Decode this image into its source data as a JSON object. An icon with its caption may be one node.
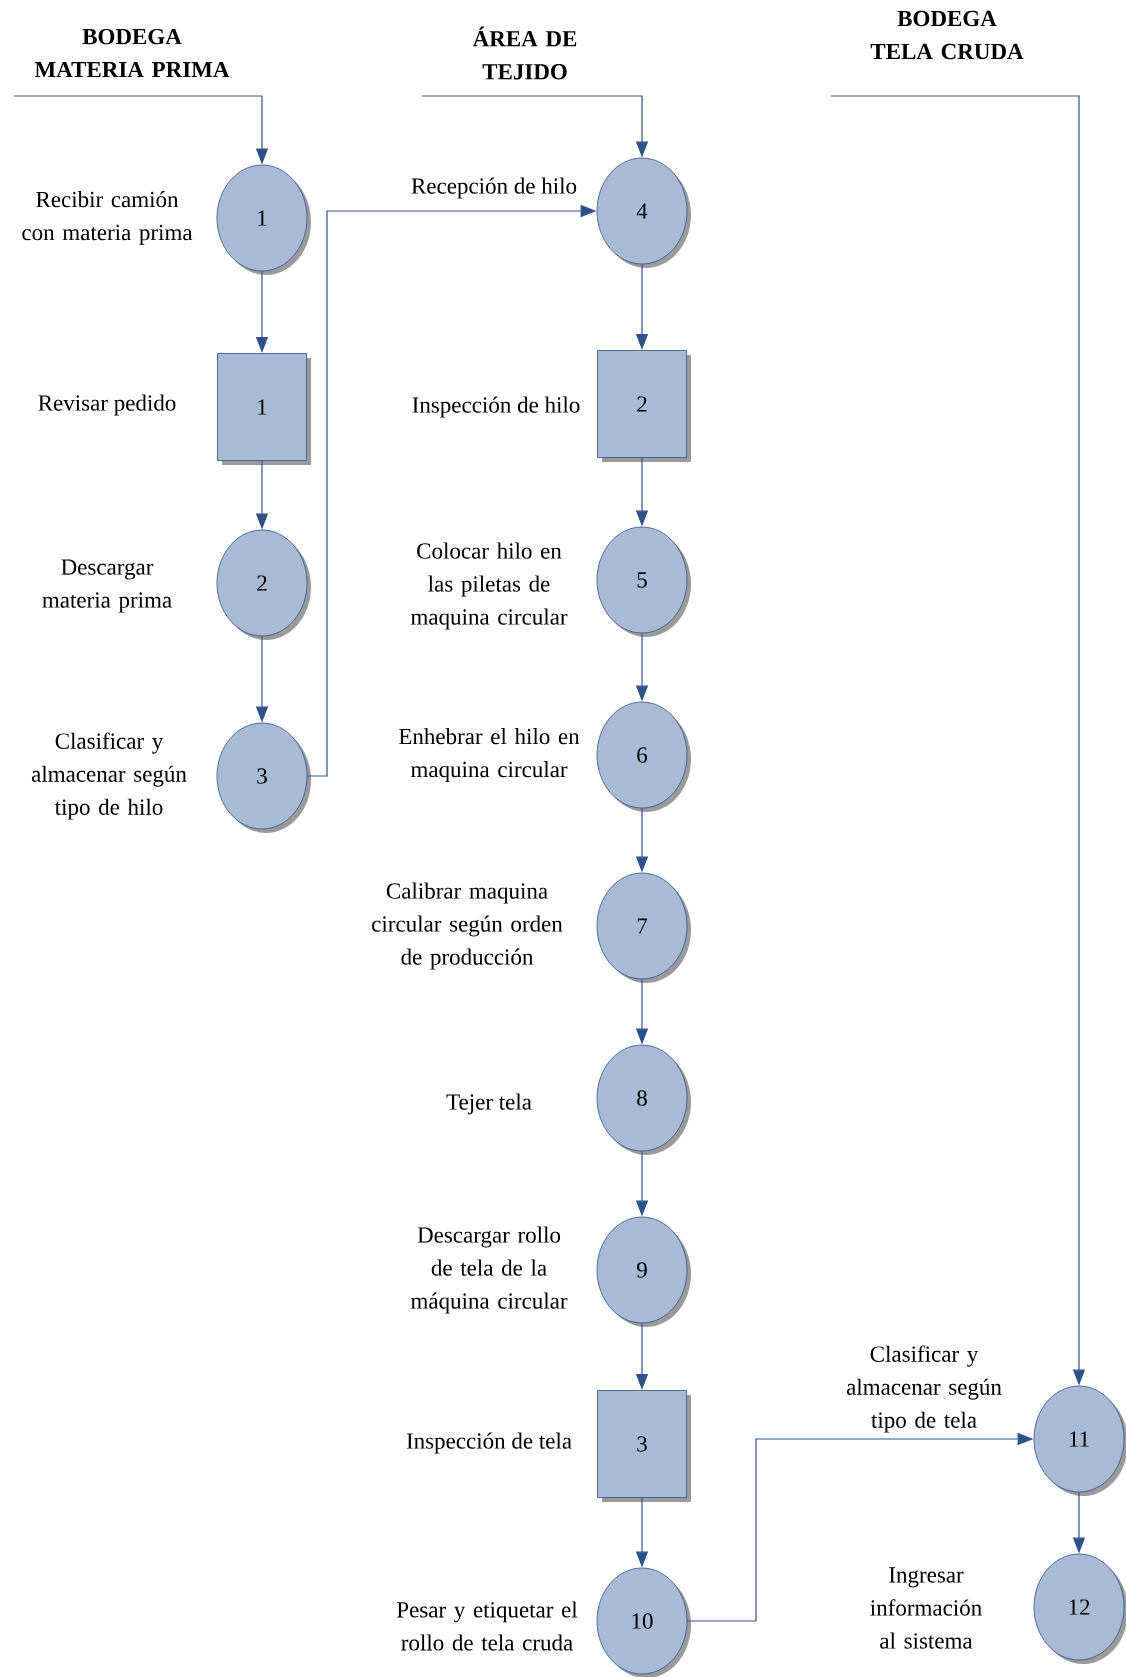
{
  "diagram": {
    "nodes": [
      {
        "text": [
          "1"
        ],
        "beside": [
          "Recibir camión con materia prima"
        ]
      },
      {
        "text": [
          "1"
        ],
        "beside": [
          "Revisar pedido"
        ]
      },
      {
        "text": [
          "2"
        ],
        "beside": [
          "Descargar materia prima"
        ]
      },
      {
        "text": [
          "3"
        ],
        "beside": [
          "Clasificar y almacenar según tipo de hilo"
        ]
      },
      {
        "text": [
          "4"
        ],
        "beside": [
          "Recepción de hilo"
        ]
      },
      {
        "text": [
          "2"
        ],
        "beside": [
          "Inspección de hilo"
        ]
      },
      {
        "text": [
          "5"
        ],
        "beside": [
          "Colocar hilo en las piletas de maquina circular"
        ]
      },
      {
        "text": [
          "6"
        ],
        "beside": [
          "Enhebrar el hilo en maquina circular"
        ]
      },
      {
        "text": [
          "7"
        ],
        "beside": [
          "Calibrar maquina circular según orden de producción"
        ]
      },
      {
        "text": [
          "8"
        ],
        "beside": [
          "Tejer tela"
        ]
      },
      {
        "text": [
          "9"
        ],
        "beside": [
          "Descargar rollo de tela de la máquina circular"
        ]
      },
      {
        "text": [
          "3"
        ],
        "beside": [
          "Inspección de tela"
        ]
      },
      {
        "text": [
          "10"
        ],
        "beside": [
          "Pesar y etiquetar  el rollo de tela cruda"
        ]
      },
      {
        "text": [
          "11"
        ],
        "beside": [
          "Clasificar y almacenar según tipo de tela"
        ]
      },
      {
        "text": [
          "12"
        ],
        "beside": [
          "Ingresar información al sistema"
        ]
      }
    ],
    "edges": [
      {
        "from": null,
        "to": 0,
        "arrow": "to"
      },
      {
        "from": 0,
        "to": 1,
        "arrow": "to"
      },
      {
        "from": 1,
        "to": 2,
        "arrow": "to"
      },
      {
        "from": 2,
        "to": 3,
        "arrow": "to"
      },
      {
        "from": 3,
        "to": 4,
        "arrow": "to"
      },
      {
        "from": null,
        "to": 4,
        "arrow": "to"
      },
      {
        "from": 4,
        "to": 5,
        "arrow": "to"
      },
      {
        "from": 5,
        "to": 6,
        "arrow": "to"
      },
      {
        "from": 6,
        "to": 7,
        "arrow": "to"
      },
      {
        "from": 7,
        "to": 8,
        "arrow": "to"
      },
      {
        "from": 8,
        "to": 9,
        "arrow": "to"
      },
      {
        "from": 9,
        "to": 10,
        "arrow": "to"
      },
      {
        "from": 10,
        "to": 11,
        "arrow": "to"
      },
      {
        "from": 11,
        "to": 12,
        "arrow": "to"
      },
      {
        "from": 12,
        "to": 13,
        "arrow": "to"
      },
      {
        "from": null,
        "to": 13,
        "arrow": "to"
      },
      {
        "from": 13,
        "to": 14,
        "arrow": "to"
      }
    ],
    "labels": [
      "BODEGA MATERIA PRIMA",
      "ÁREA DE TEJIDO",
      "BODEGA TELA CRUDA"
    ]
  }
}
